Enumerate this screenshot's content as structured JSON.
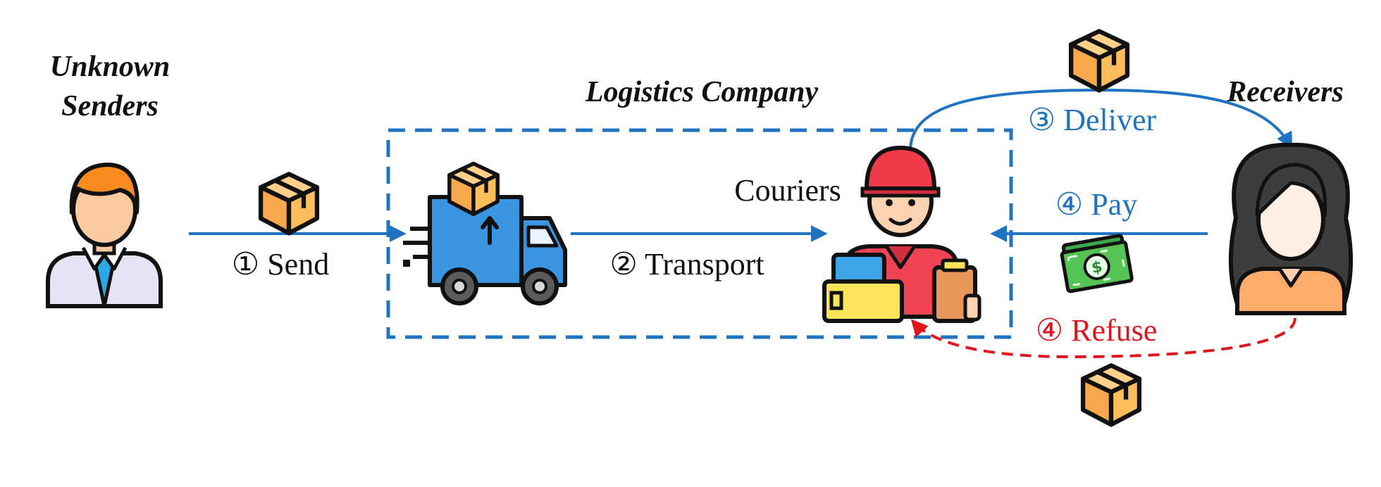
{
  "labels": {
    "senders": [
      "Unknown",
      "Senders"
    ],
    "company": "Logistics Company",
    "receivers": "Receivers",
    "couriers": "Couriers",
    "send": "① Send",
    "transport": "② Transport",
    "deliver": "③ Deliver",
    "pay": "④ Pay",
    "refuse": "④ Refuse"
  },
  "icons": {
    "sender": "businessman-icon",
    "truck": "delivery-truck-icon",
    "courier": "courier-icon",
    "receiver": "woman-icon",
    "package": "package-box-icon",
    "money": "cash-icon"
  },
  "colors": {
    "blue": "#1f73c0",
    "red": "#e0161e",
    "text": "#111111"
  }
}
